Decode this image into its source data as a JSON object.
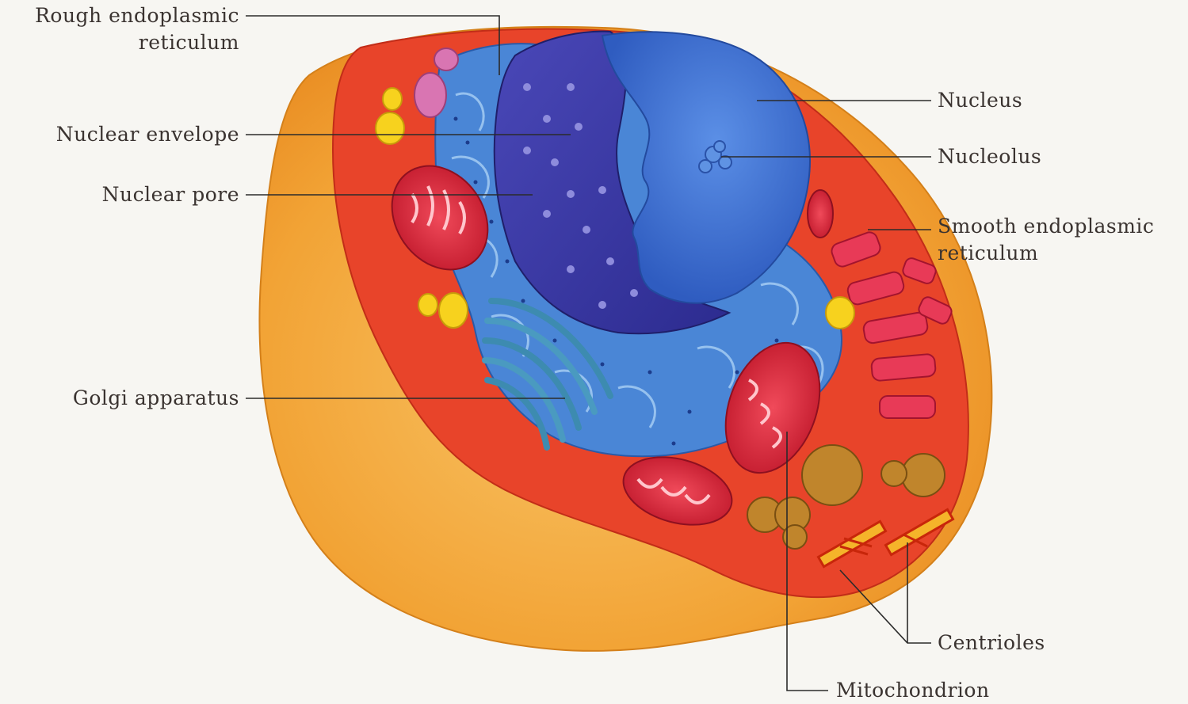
{
  "labels": {
    "rough_er_line1": "Rough endoplasmic",
    "rough_er_line2": "reticulum",
    "nuclear_envelope": "Nuclear envelope",
    "nuclear_pore": "Nuclear pore",
    "golgi": "Golgi apparatus",
    "nucleus": "Nucleus",
    "nucleolus": "Nucleolus",
    "smooth_er_line1": "Smooth endoplasmic",
    "smooth_er_line2": "reticulum",
    "centrioles": "Centrioles",
    "mitochondrion": "Mitochondrion"
  },
  "colors": {
    "background": "#f7f6f2",
    "cell_outer": "#f2a335",
    "cytoplasm": "#e8442a",
    "er_blue": "#4a86d6",
    "nucleus_blue": "#3d6fd4",
    "nuclear_envelope_purple": "#3b3ba8",
    "golgi_teal": "#3d8bb0",
    "mitochondria_red": "#d8283b",
    "vesicle_yellow": "#f7d21e",
    "lysosome_brown": "#b57a2a",
    "leader_line": "#2b2b2b"
  }
}
